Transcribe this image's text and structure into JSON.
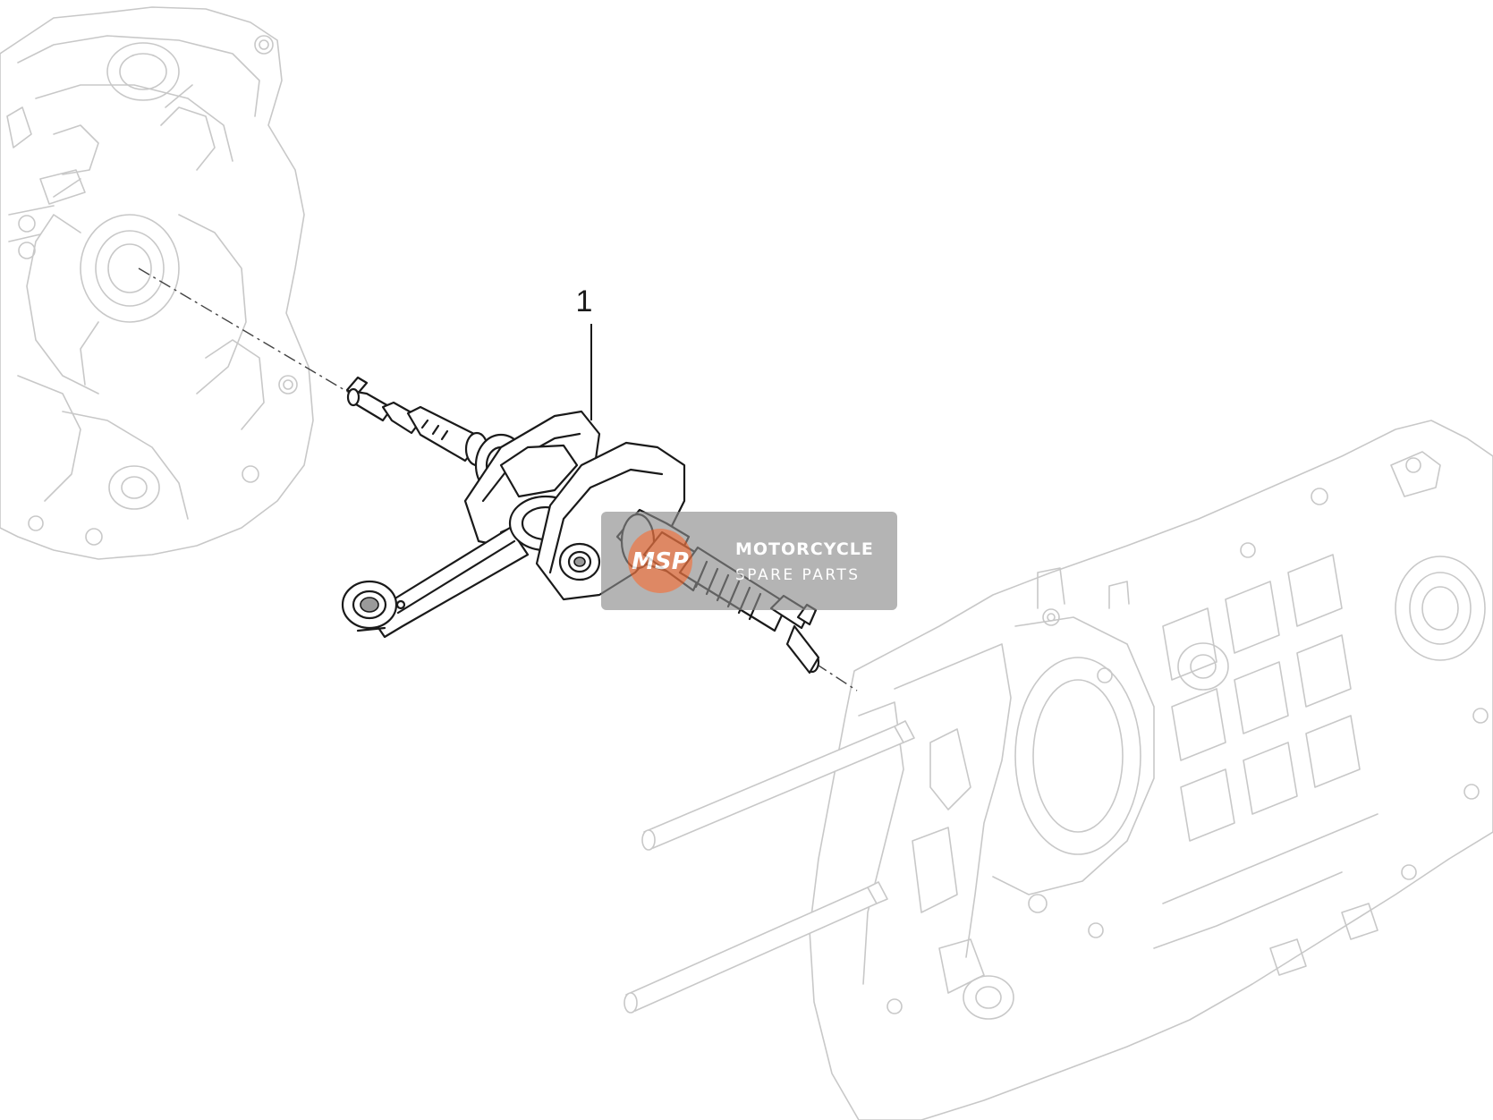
{
  "diagram": {
    "callouts": [
      {
        "label": "1",
        "part": "crankshaft"
      }
    ]
  },
  "watermark": {
    "logo_text": "MSP",
    "title": "MOTORCYCLE",
    "subtitle": "SPARE PARTS",
    "logo_color": "#e8622a",
    "panel_color": "#8a8a8a"
  }
}
